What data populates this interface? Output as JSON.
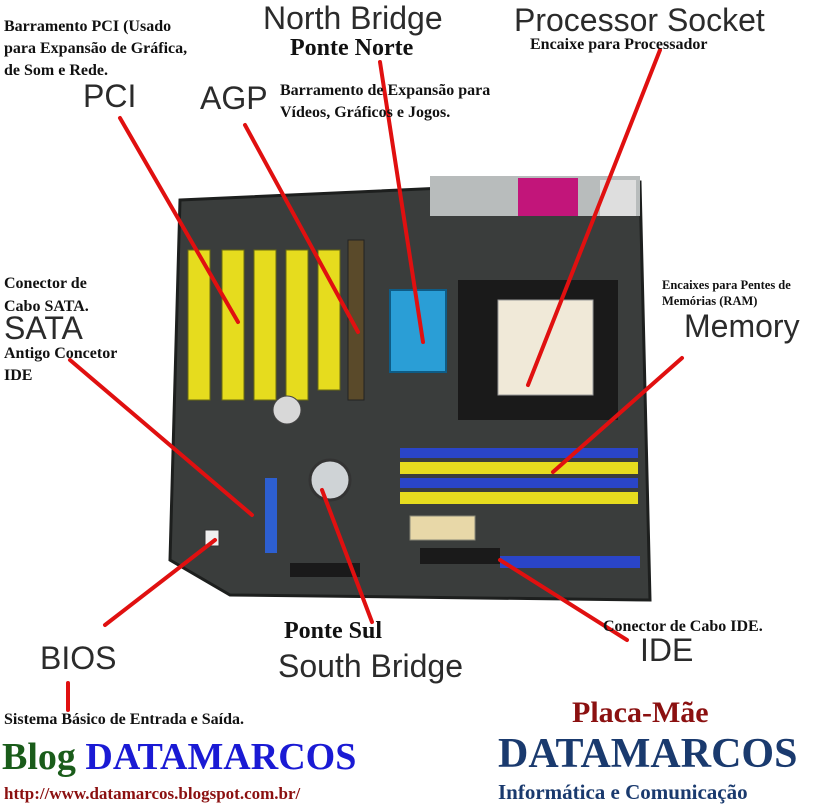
{
  "labels": {
    "pci_desc": [
      "Barramento   PCI   (Usado",
      "para Expansão de Gráfica,",
      "de Som e Rede."
    ],
    "pci": "PCI",
    "north_bridge": "North Bridge",
    "ponte_norte": "Ponte Norte",
    "processor_socket": "Processor Socket",
    "processor_desc": "Encaixe para Processador",
    "agp": "AGP",
    "agp_desc": [
      "Barramento de Expansão para",
      "Vídeos, Gráficos e Jogos."
    ],
    "sata_desc": [
      "Conector de",
      "Cabo SATA."
    ],
    "sata": "SATA",
    "ide_old": [
      "Antigo Concetor",
      "IDE"
    ],
    "memory_desc": [
      "Encaixes para Pentes de",
      "Memórias (RAM)"
    ],
    "memory": "Memory",
    "ide_cable": "Conector de Cabo IDE.",
    "ide": "IDE",
    "bios": "BIOS",
    "ponte_sul": "Ponte Sul",
    "south_bridge": "South Bridge",
    "bios_desc": "Sistema Básico de Entrada e Saída."
  },
  "footer": {
    "blog_word": "Blog",
    "blog_name": "DATAMARCOS",
    "url": "http://www.datamarcos.blogspot.com.br/",
    "placa_mae": "Placa-Mãe",
    "brand": "DATAMARCOS",
    "tagline": "Informática e Comunicação"
  },
  "colors": {
    "pointer": "#e01010",
    "blog_green": "#1a5c1a",
    "blog_blue": "#1a1ad4",
    "placa_red": "#8b1010",
    "brand_navy": "#1a3a6e",
    "pci_slot": "#e8e020",
    "agp_chip": "#2aa0d8"
  }
}
